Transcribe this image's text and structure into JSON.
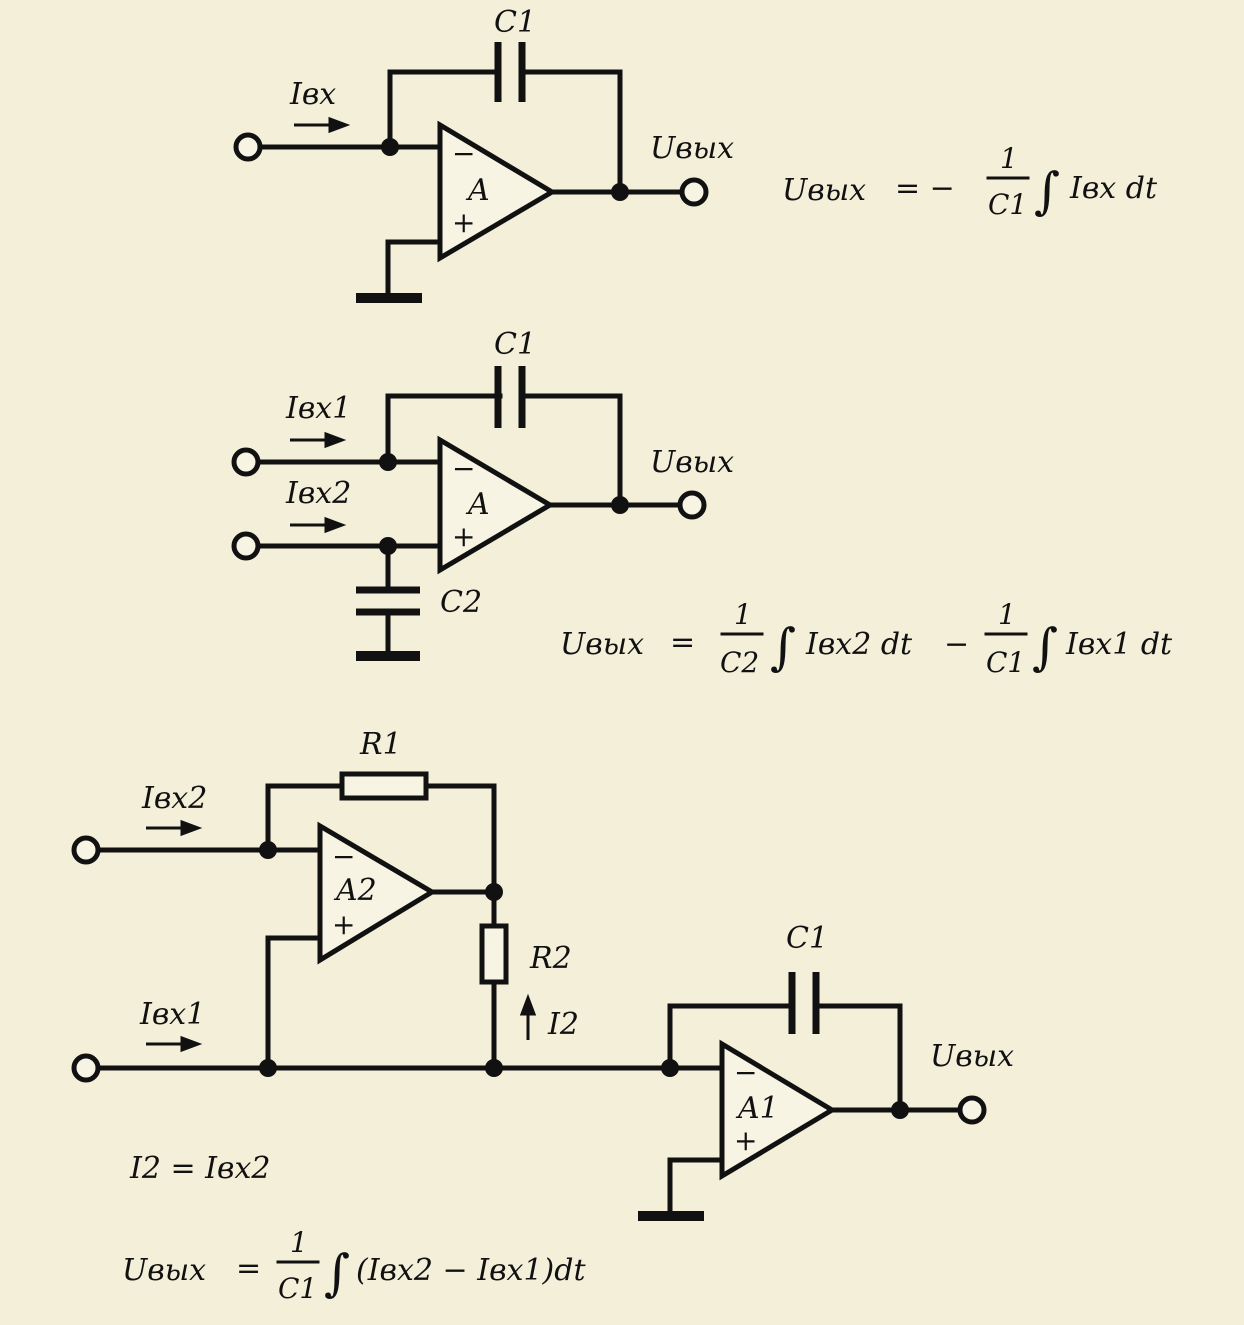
{
  "circuit1": {
    "cap_label": "C1",
    "input_current": "Iвх",
    "output_label": "Uвых",
    "amp_label": "A",
    "minus": "−",
    "plus": "+",
    "formula": {
      "lhs": "Uвых",
      "eq": "= −",
      "num": "1",
      "den": "C1",
      "integral": "∫",
      "body": "Iвх dt"
    }
  },
  "circuit2": {
    "cap1_label": "C1",
    "cap2_label": "C2",
    "input1_current": "Iвх1",
    "input2_current": "Iвх2",
    "output_label": "Uвых",
    "amp_label": "A",
    "minus": "−",
    "plus": "+",
    "formula": {
      "lhs": "Uвых",
      "eq": "=",
      "num1": "1",
      "den1": "C2",
      "integral": "∫",
      "body1": "Iвх2 dt",
      "op": "−",
      "num2": "1",
      "den2": "C1",
      "body2": "Iвх1 dt"
    }
  },
  "circuit3": {
    "r1_label": "R1",
    "r2_label": "R2",
    "c1_label": "C1",
    "input1_current": "Iвх1",
    "input2_current": "Iвх2",
    "i2_label": "I2",
    "output_label": "Uвых",
    "amp2_label": "A2",
    "amp1_label": "A1",
    "minus": "−",
    "plus": "+",
    "relation": "I2 = Iвх2",
    "formula": {
      "lhs": "Uвых",
      "eq": "=",
      "num": "1",
      "den": "C1",
      "integral": "∫",
      "body": "(Iвх2 − Iвх1)dt"
    }
  }
}
